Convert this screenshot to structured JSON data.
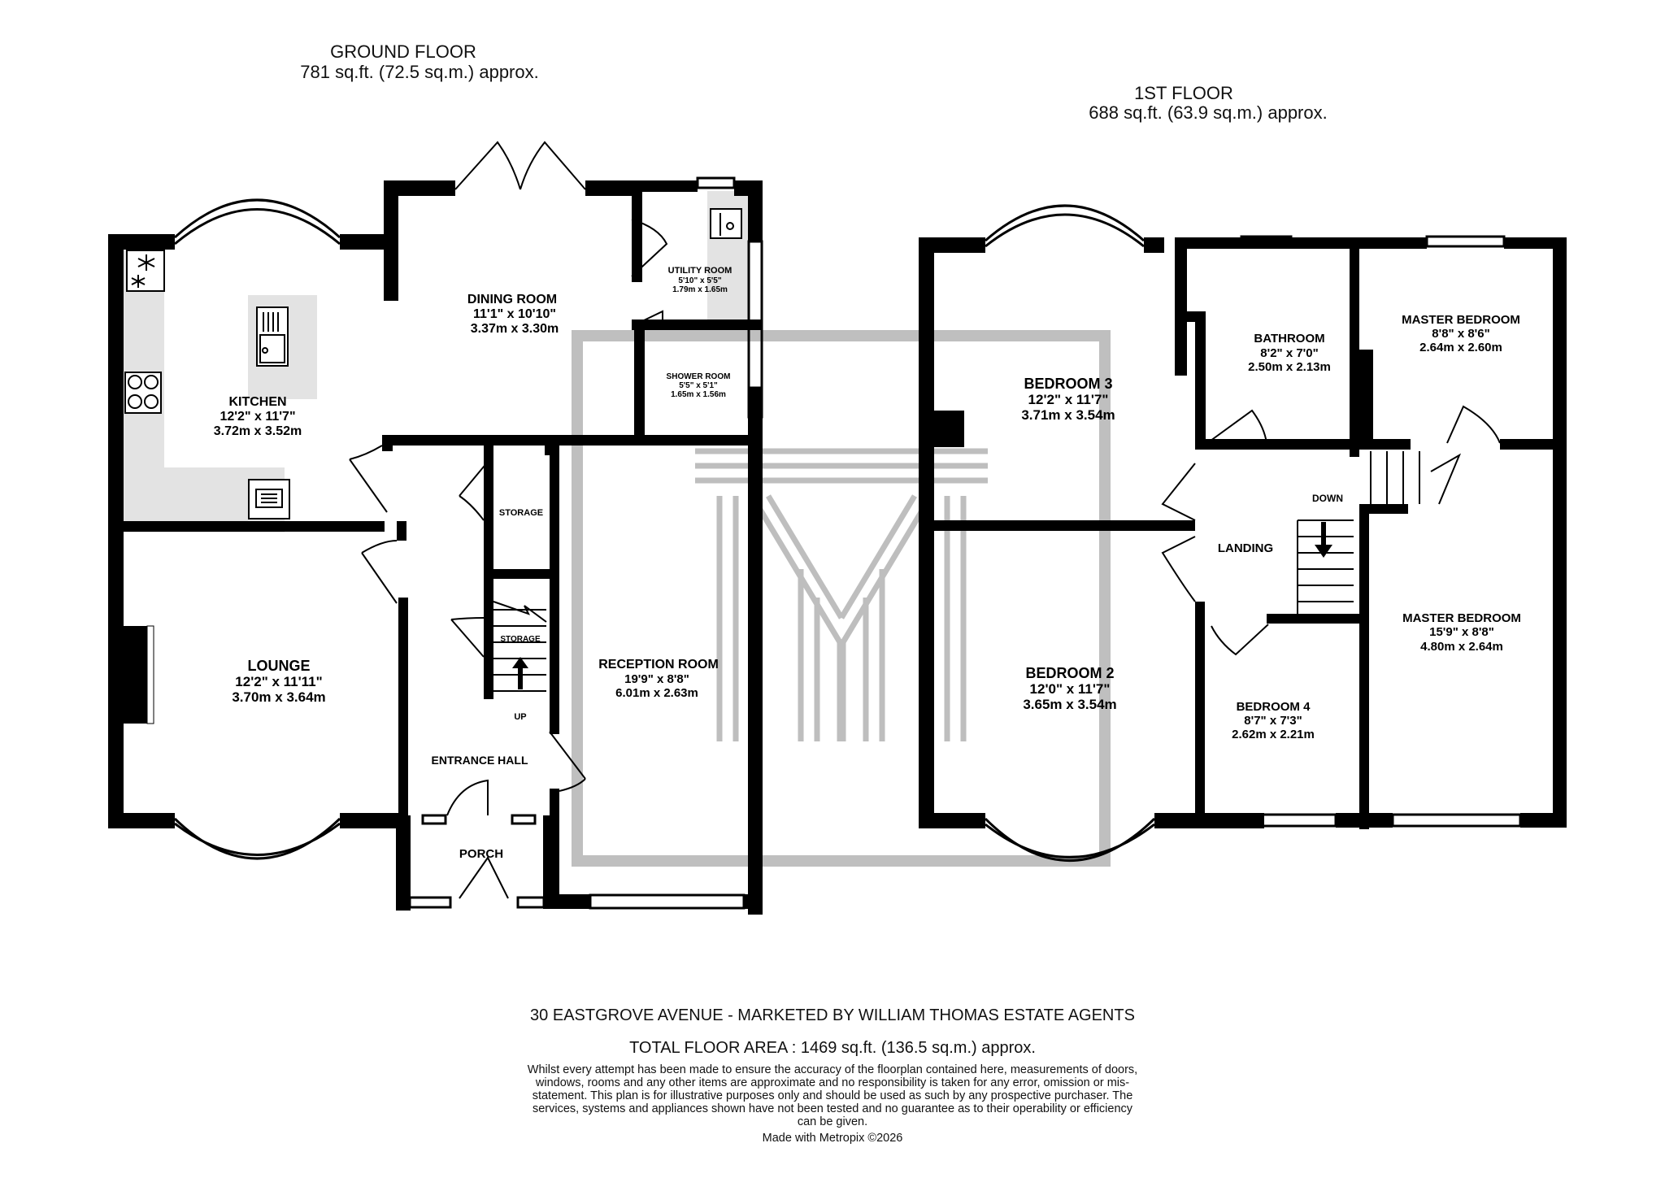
{
  "headers": {
    "ground_floor": {
      "title": "GROUND FLOOR",
      "area": "781 sq.ft. (72.5 sq.m.) approx."
    },
    "first_floor": {
      "title": "1ST FLOOR",
      "area": "688 sq.ft. (63.9 sq.m.) approx."
    }
  },
  "rooms": {
    "kitchen": {
      "name": "KITCHEN",
      "imperial": "12'2\" x 11'7\"",
      "metric": "3.72m x 3.52m"
    },
    "dining": {
      "name": "DINING ROOM",
      "imperial": "11'1\" x 10'10\"",
      "metric": "3.37m x 3.30m"
    },
    "utility": {
      "name": "UTILITY ROOM",
      "imperial": "5'10\" x 5'5\"",
      "metric": "1.79m x 1.65m"
    },
    "shower": {
      "name": "SHOWER ROOM",
      "imperial": "5'5\" x 5'1\"",
      "metric": "1.65m x 1.56m"
    },
    "lounge": {
      "name": "LOUNGE",
      "imperial": "12'2\" x 11'11\"",
      "metric": "3.70m x 3.64m"
    },
    "reception": {
      "name": "RECEPTION ROOM",
      "imperial": "19'9\" x 8'8\"",
      "metric": "6.01m x 2.63m"
    },
    "entrance": {
      "name": "ENTRANCE HALL"
    },
    "porch": {
      "name": "PORCH"
    },
    "storage1": {
      "name": "STORAGE"
    },
    "storage2": {
      "name": "STORAGE"
    },
    "up": {
      "name": "UP"
    },
    "bedroom3": {
      "name": "BEDROOM 3",
      "imperial": "12'2\" x 11'7\"",
      "metric": "3.71m x 3.54m"
    },
    "bathroom": {
      "name": "BATHROOM",
      "imperial": "8'2\" x 7'0\"",
      "metric": "2.50m x 2.13m"
    },
    "master_small": {
      "name": "MASTER BEDROOM",
      "imperial": "8'8\" x 8'6\"",
      "metric": "2.64m x 2.60m"
    },
    "landing": {
      "name": "LANDING"
    },
    "down": {
      "name": "DOWN"
    },
    "bedroom2": {
      "name": "BEDROOM 2",
      "imperial": "12'0\" x 11'7\"",
      "metric": "3.65m x 3.54m"
    },
    "bedroom4": {
      "name": "BEDROOM 4",
      "imperial": "8'7\" x 7'3\"",
      "metric": "2.62m x 2.21m"
    },
    "master_large": {
      "name": "MASTER BEDROOM",
      "imperial": "15'9\" x 8'8\"",
      "metric": "4.80m x 2.64m"
    }
  },
  "footer": {
    "agent_line": "30 EASTGROVE AVENUE - MARKETED BY WILLIAM THOMAS ESTATE AGENTS",
    "total_area": "TOTAL FLOOR AREA : 1469 sq.ft. (136.5 sq.m.) approx.",
    "disclaimer": "Whilst every attempt has been made to ensure the accuracy of the floorplan contained here, measurements of doors, windows, rooms and any other items are approximate and no responsibility is taken for any error, omission or mis-statement. This plan is for illustrative purposes only and should be used as such by any prospective purchaser. The services, systems and appliances shown have not been tested and no guarantee as to their operability or efficiency can be given.",
    "made_with": "Made with Metropix ©2026"
  },
  "colors": {
    "wall": "#000000",
    "kitchen_floor": "#e3e3e3",
    "watermark": "#a9a9a9",
    "window": "#ffffff"
  },
  "icons": [
    "sink-icon",
    "hob-icon",
    "fridge-freezer-icon",
    "oven-icon",
    "stairs-arrow-icon",
    "watermark-logo-icon"
  ]
}
